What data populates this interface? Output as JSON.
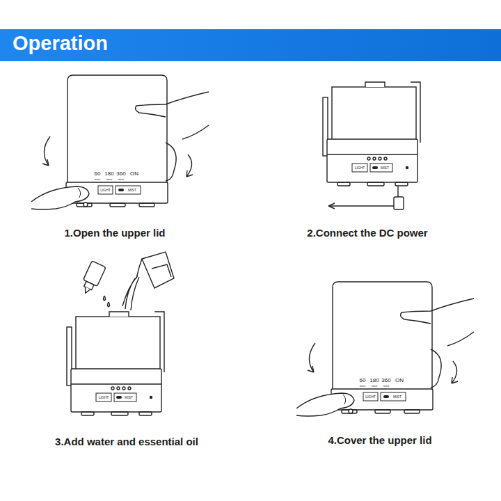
{
  "diagram": {
    "title": "Operation",
    "labels": [
      "60",
      "mins",
      "180",
      "mins",
      "360",
      "mins",
      "ON",
      "LIGHT",
      "MIST",
      "1.Open the upper lid",
      "LIGHT",
      "MIST",
      "2.Connect the DC power",
      "LIGHT",
      "MIST",
      "3.Add water and essential oil",
      "60",
      "mins",
      "180",
      "mins",
      "360",
      "mins",
      "ON",
      "LIGHT",
      "MIST",
      "4.Cover the upper lid"
    ]
  }
}
